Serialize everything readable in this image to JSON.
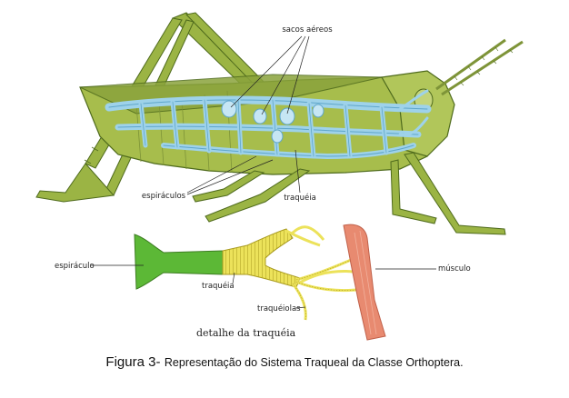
{
  "diagram": {
    "labels": {
      "sacos_aereos": "sacos aéreos",
      "espiraculos": "espiráculos",
      "traqueia_top": "traquéia",
      "espiraculo": "espiráculo",
      "traqueia_detail": "traquéia",
      "traqueiolas": "traquéiolas",
      "musculo": "músculo",
      "detalhe_title": "detalhe da traquéia"
    },
    "colors": {
      "insect_green": "#8aa33c",
      "insect_dark": "#4e6a1c",
      "trachea_blue": "#9ed2ea",
      "trachea_dark": "#5fa6c9",
      "spiracle_green": "#5cb836",
      "trachea_yellow": "#ece25a",
      "muscle_pink": "#e88a70"
    }
  },
  "caption": {
    "figure_number": "Figura 3-",
    "text": "Representação do Sistema Traqueal da Classe Orthoptera."
  }
}
